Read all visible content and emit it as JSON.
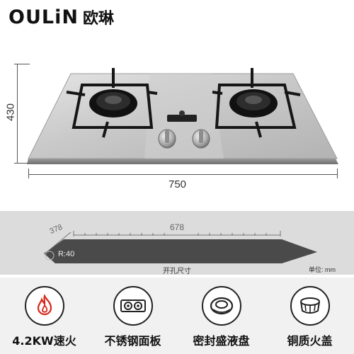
{
  "brand": {
    "logo_text": "OULiN",
    "chinese_name": "欧琳"
  },
  "dimensions": {
    "height": "430",
    "width": "750"
  },
  "cooktop": {
    "badge_colors": {
      "steel_light": "#d9d9d9",
      "steel_dark": "#a9a9a9",
      "iron": "#1a1a1a"
    }
  },
  "cutout": {
    "depth": "378",
    "length": "678",
    "radius": "R:40",
    "label": "开孔尺寸",
    "unit": "单位: mm"
  },
  "features": [
    {
      "icon": "flame-icon",
      "label": "4.2KW速火"
    },
    {
      "icon": "cooktop-icon",
      "label": "不锈钢面板"
    },
    {
      "icon": "sealed-tray-icon",
      "label": "密封盛液盘"
    },
    {
      "icon": "copper-cap-icon",
      "label": "铜质火盖"
    }
  ]
}
